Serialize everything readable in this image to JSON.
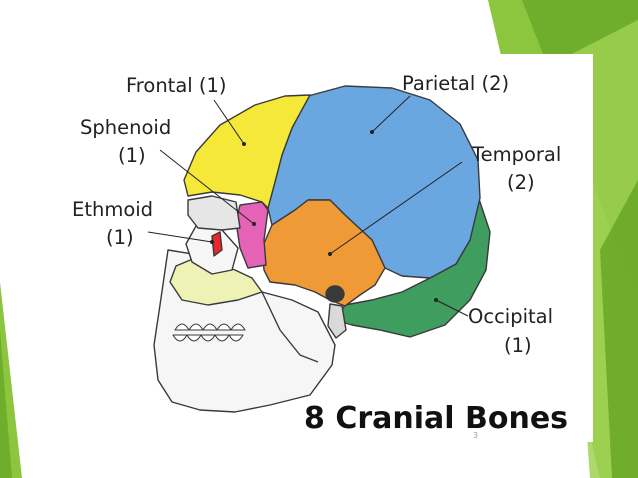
{
  "labels": {
    "frontal": "Frontal (1)",
    "parietal": "Parietal (2)",
    "sphenoid": "Sphenoid",
    "sphenoid_count": "(1)",
    "temporal": "Temporal",
    "temporal_count": "(2)",
    "ethmoid": "Ethmoid",
    "ethmoid_count": "(1)",
    "occipital": "Occipital",
    "occipital_count": "(1)"
  },
  "title": "8 Cranial Bones",
  "slide_number": "3",
  "colors": {
    "frontal": "#f5e838",
    "parietal": "#6aa7e0",
    "temporal": "#f09a37",
    "sphenoid": "#e563b6",
    "occipital": "#3f9d5f",
    "ethmoid": "#e8262d",
    "maxilla": "#eef2b4",
    "accent_green": "#8cc63f",
    "accent_green_dark": "#5e9e1f"
  }
}
